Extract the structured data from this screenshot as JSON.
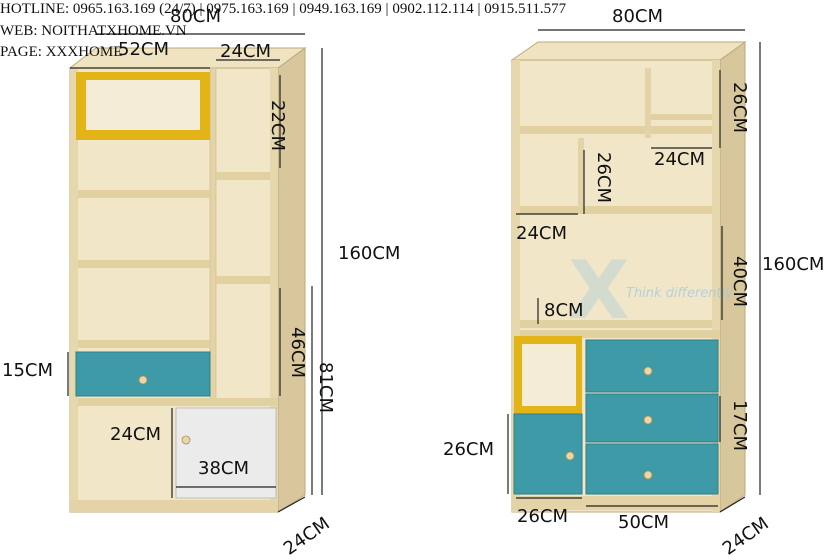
{
  "header": {
    "hotline": "HOTLINE: 0965.163.169 (24/7) | 0975.163.169 | 0949.163.169 | 0902.112.114 | 0915.511.577",
    "web": "WEB: NOITHATXHOME.VN",
    "page": "PAGE: XXXHOME"
  },
  "left_unit": {
    "dims": {
      "total_width": "80CM",
      "top_inner_width": "52CM",
      "right_col_width": "24CM",
      "top_right_height": "22CM",
      "total_height": "160CM",
      "drawer_height": "15CM",
      "mid_right_height": "46CM",
      "lower_height": "81CM",
      "cabinet_height": "24CM",
      "cabinet_width": "38CM",
      "depth": "24CM"
    }
  },
  "right_unit": {
    "dims": {
      "total_width": "80CM",
      "top_right_height": "26CM",
      "top_right_width": "24CM",
      "mid_cubby_height": "26CM",
      "mid_cubby_width": "24CM",
      "open_height": "40CM",
      "total_height": "160CM",
      "shelf_gap": "8CM",
      "drawer_height": "17CM",
      "door_height": "26CM",
      "door_width": "26CM",
      "drawer_width": "50CM",
      "depth": "24CM"
    },
    "watermark": "Think differently"
  },
  "colors": {
    "wood": "#e9dcb8",
    "wood_edge": "#c9b88c",
    "teal": "#3e9aa6",
    "yellow": "#e3b418",
    "white_door": "#ebebeb"
  }
}
